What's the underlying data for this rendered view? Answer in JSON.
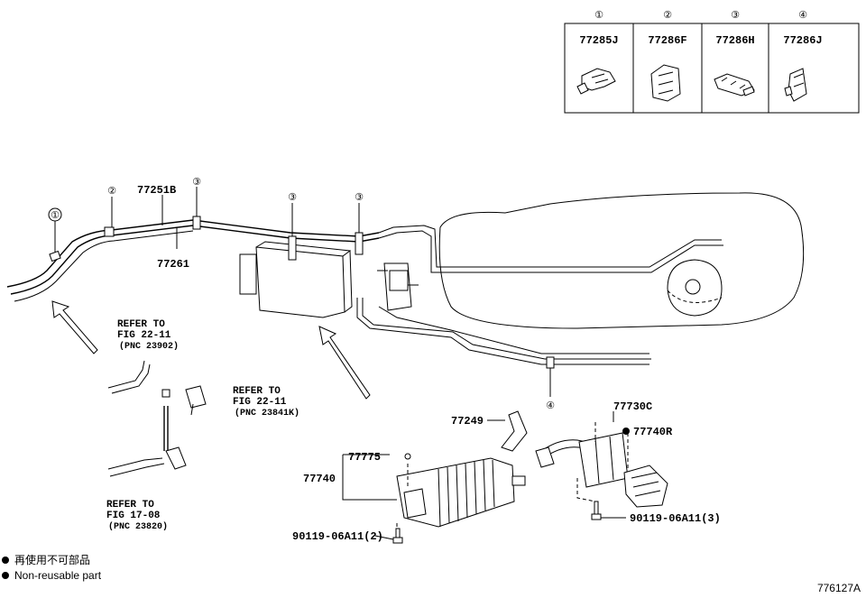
{
  "clip_table": {
    "columns": [
      {
        "num": "①",
        "part": "77285J",
        "icon": "clip-1-icon"
      },
      {
        "num": "②",
        "part": "77286F",
        "icon": "clip-2-icon"
      },
      {
        "num": "③",
        "part": "77286H",
        "icon": "clip-3-icon"
      },
      {
        "num": "④",
        "part": "77286J",
        "icon": "clip-4-icon"
      }
    ]
  },
  "callouts": {
    "c_77251B": "77251B",
    "c_77261": "77261",
    "c_77249": "77249",
    "c_77730C": "77730C",
    "c_77740R": "77740R",
    "c_77775": "77775",
    "c_77740": "77740",
    "bolt_left": "90119-06A11(2)",
    "bolt_right": "90119-06A11(3)"
  },
  "clip_markers": {
    "m1": "①",
    "m2": "②",
    "m3a": "③",
    "m3b": "③",
    "m3c": "③",
    "m4": "④"
  },
  "refs": [
    {
      "line1": "REFER TO",
      "line2": "FIG 22-11",
      "line3": "(PNC 23902)"
    },
    {
      "line1": "REFER TO",
      "line2": "FIG 22-11",
      "line3": "(PNC 23841K)"
    },
    {
      "line1": "REFER TO",
      "line2": "FIG 17-08",
      "line3": "(PNC 23820)"
    }
  ],
  "legend": {
    "line_jp": "再使用不可部品",
    "line_en": "Non-reusable part",
    "bullet_color": "#000000"
  },
  "figure_id": "776127A"
}
